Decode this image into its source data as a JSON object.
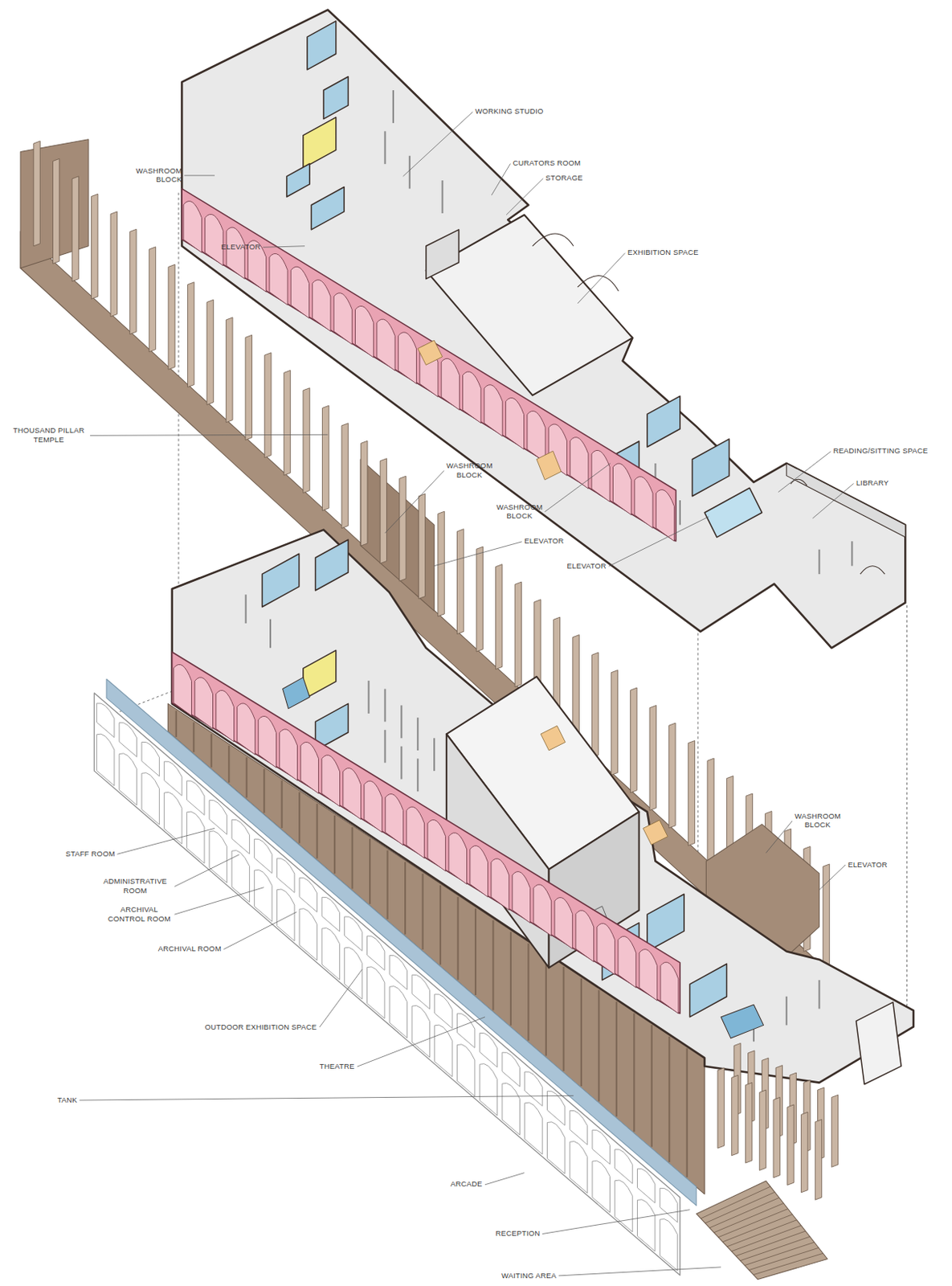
{
  "diagram": {
    "labels": [
      "WORKING STUDIO",
      "CURATORS ROOM",
      "STORAGE",
      "WASHROOM BLOCK",
      "ELEVATOR",
      "EXHIBITION SPACE",
      "THOUSAND PILLAR TEMPLE",
      "WASHROOM BLOCK",
      "READING/SITTING SPACE",
      "LIBRARY",
      "WASHROOM BLOCK",
      "ELEVATOR",
      "ELEVATOR",
      "WASHROOM BLOCK",
      "ELEVATOR",
      "STAFF ROOM",
      "ADMINISTRATIVE ROOM",
      "ARCHIVAL CONTROL ROOM",
      "ARCHIVAL ROOM",
      "OUTDOOR EXHIBITION SPACE",
      "THEATRE",
      "TANK",
      "ARCADE",
      "RECEPTION",
      "WAITING AREA"
    ]
  }
}
